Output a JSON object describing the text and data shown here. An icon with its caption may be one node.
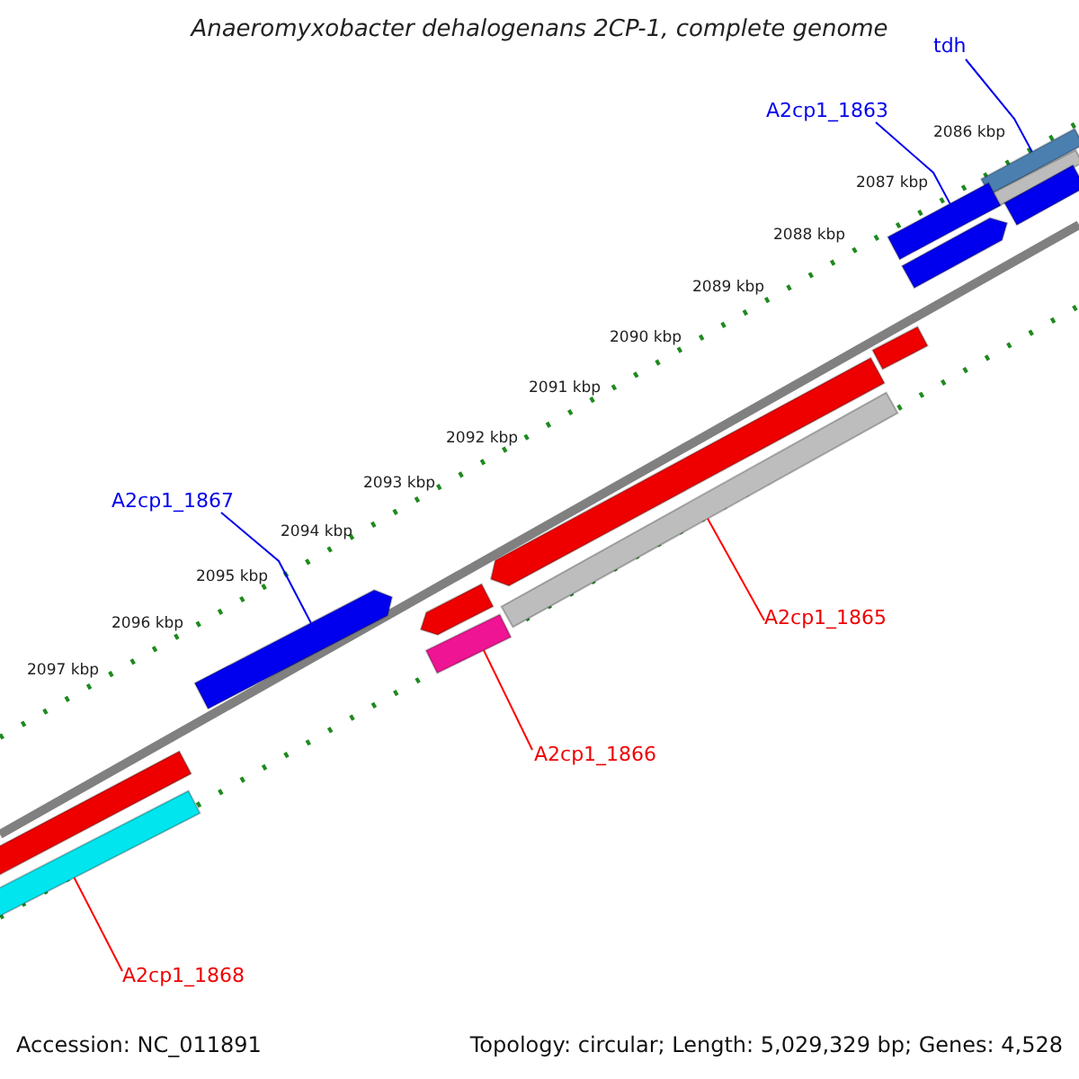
{
  "diagram": {
    "title": "Anaeromyxobacter dehalogenans 2CP-1, complete genome",
    "nodes": [
      {
        "text": [
          "tdh"
        ]
      },
      {
        "text": [
          "A2cp1_1863"
        ]
      },
      {
        "text": [
          "A2cp1_1867"
        ]
      },
      {
        "text": [
          "A2cp1_1865"
        ]
      },
      {
        "text": [
          "A2cp1_1866"
        ]
      },
      {
        "text": [
          "A2cp1_1868"
        ]
      },
      {
        "text": [],
        "shape": "bar"
      },
      {
        "text": [],
        "shape": "bar"
      },
      {
        "text": [],
        "shape": "bar"
      },
      {
        "text": [],
        "shape": "bar"
      },
      {
        "text": [],
        "shape": "bar"
      },
      {
        "text": [],
        "shape": "bar"
      },
      {
        "text": [],
        "shape": "bar"
      },
      {
        "text": [],
        "shape": "bar"
      },
      {
        "text": [],
        "shape": "bar"
      },
      {
        "text": [],
        "shape": "bar"
      },
      {
        "text": [],
        "shape": "bar"
      },
      {
        "text": [],
        "shape": "bar"
      },
      {
        "text": [],
        "shape": "bar"
      }
    ],
    "edges": [
      {
        "from": 0,
        "to": 6,
        "arrow": "none"
      },
      {
        "from": 1,
        "to": 8,
        "arrow": "none"
      },
      {
        "from": 2,
        "to": 14,
        "arrow": "none"
      },
      {
        "from": 3,
        "to": 13,
        "arrow": "none",
        "color": "#ff0000"
      },
      {
        "from": 4,
        "to": 16,
        "arrow": "none",
        "color": "#ff0000"
      },
      {
        "from": 5,
        "to": 18,
        "arrow": "none",
        "color": "#ff0000"
      }
    ],
    "labels": [
      "2086 kbp",
      "2087 kbp",
      "2088 kbp",
      "2089 kbp",
      "2090 kbp",
      "2091 kbp",
      "2092 kbp",
      "2093 kbp",
      "2094 kbp",
      "2095 kbp",
      "2096 kbp",
      "2097 kbp",
      "Accession: NC_011891",
      "Topology: circular; Length: 5,029,329 bp; Genes: 4,528"
    ]
  }
}
